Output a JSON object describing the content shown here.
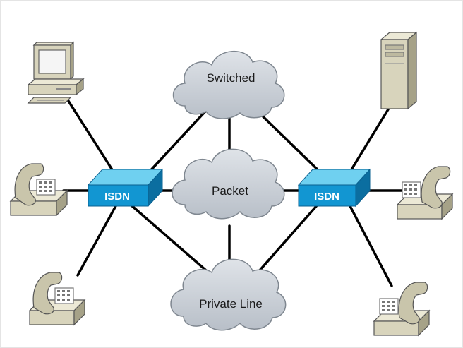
{
  "clouds": {
    "switched": {
      "label": "Switched"
    },
    "packet": {
      "label": "Packet"
    },
    "private_line": {
      "label": "Private Line"
    }
  },
  "switches": {
    "left": {
      "label": "ISDN"
    },
    "right": {
      "label": "ISDN"
    }
  },
  "devices": {
    "left": [
      "computer-icon",
      "telephone-icon",
      "telephone-icon"
    ],
    "right": [
      "server-icon",
      "telephone-icon",
      "telephone-icon"
    ]
  },
  "colors": {
    "cloud_fill": "#c9cfd7",
    "cloud_stroke": "#7f8790",
    "isdn_top": "#6fd0f0",
    "isdn_front": "#1296d2",
    "isdn_side": "#0b6ea0",
    "line": "#000000",
    "device_fill": "#d8d4bc",
    "device_shade": "#a6a288"
  }
}
